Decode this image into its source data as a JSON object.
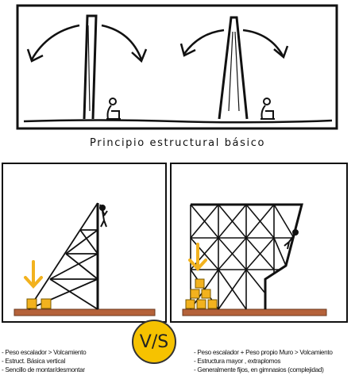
{
  "top_caption": "Principio estructural básico",
  "vs_label": "V/S",
  "left_notes": [
    "- Peso escalador > Volcamiento",
    "- Estruct. Básica vertical",
    "- Sencillo de montar/desmontar"
  ],
  "right_notes": [
    "- Peso escalador + Peso propio Muro > Volcamiento",
    "- Estructura mayor , extraplomos",
    "- Generalmente fijos, en gimnasios (complejidad)"
  ],
  "colors": {
    "ground": "#b5623a",
    "box": "#f2b21e",
    "arrow": "#f2b21e",
    "vs_circle": "#f6c200",
    "ink": "#111111"
  },
  "icons": [
    "person-sitting-icon",
    "climber-icon",
    "down-arrow-icon",
    "curved-arrow-icon"
  ]
}
